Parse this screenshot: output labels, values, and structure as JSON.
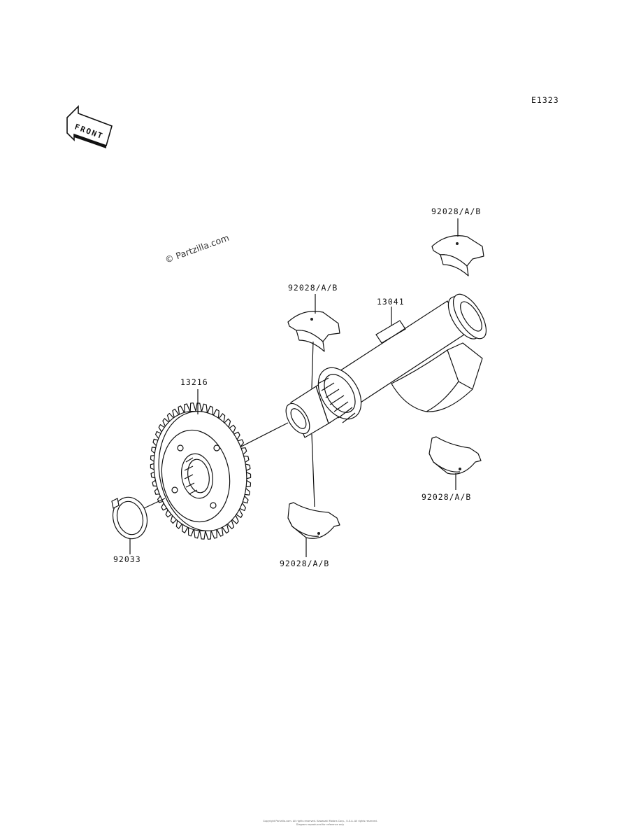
{
  "diagram_code": "E1323",
  "front_label": "FRONT",
  "watermark": "© Partzilla.com",
  "parts": {
    "bearing_top_right": "92028/A/B",
    "bearing_top_left": "92028/A/B",
    "balancer_shaft": "13041",
    "gear": "13216",
    "circlip": "92033",
    "bearing_bottom_left": "92028/A/B",
    "bearing_bottom_right": "92028/A/B"
  },
  "footer": {
    "line1": "Copyright Partzilla.com. All rights reserved. Kawasaki Motors Corp., U.S.A. All rights reserved.",
    "line2": "Diagram reproduced for reference only"
  }
}
